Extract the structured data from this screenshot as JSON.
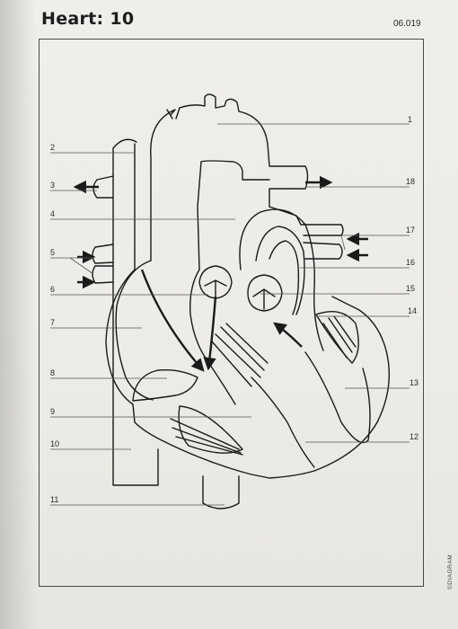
{
  "header": {
    "title": "Heart: 10",
    "code": "06.019"
  },
  "labels": {
    "l1": "1",
    "l2": "2",
    "l3": "3",
    "l4": "4",
    "l5": "5",
    "l6": "6",
    "l7": "7",
    "l8": "8",
    "l9": "9",
    "l10": "10",
    "l11": "11",
    "l12": "12",
    "l13": "13",
    "l14": "14",
    "l15": "15",
    "l16": "16",
    "l17": "17",
    "l18": "18"
  },
  "credit": "©DIAGRAM",
  "colors": {
    "ink": "#1a1a1a",
    "leader": "#555555",
    "paper": "#ecebe7"
  }
}
